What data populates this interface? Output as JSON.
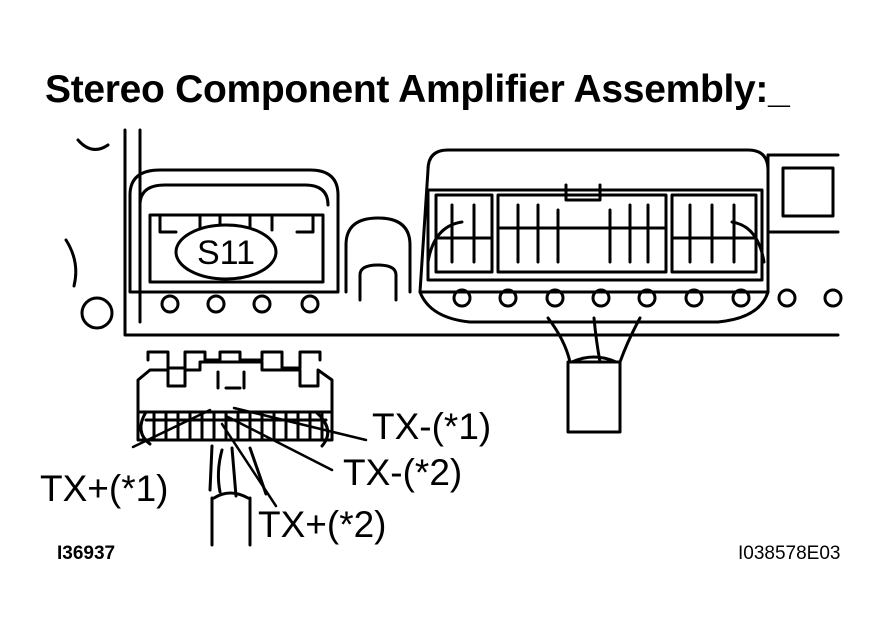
{
  "title": "Stereo Component Amplifier Assembly:_",
  "connector_label": "S11",
  "pin_callouts": {
    "tx_minus_1": "TX-(*1)",
    "tx_minus_2": "TX-(*2)",
    "tx_plus_1": "TX+(*1)",
    "tx_plus_2": "TX+(*2)"
  },
  "figure_codes": {
    "left": "I36937",
    "right": "I038578E03"
  }
}
